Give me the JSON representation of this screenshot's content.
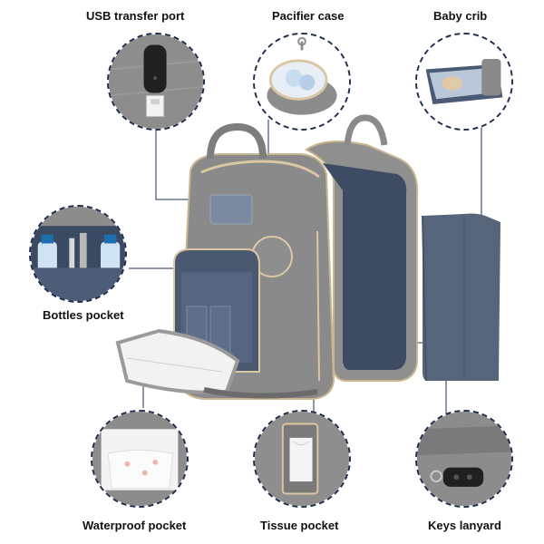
{
  "callouts": {
    "usb": "USB transfer port",
    "pacifier": "Pacifier case",
    "crib": "Baby crib",
    "bottles": "Bottles pocket",
    "waterproof": "Waterproof pocket",
    "tissue": "Tissue pocket",
    "keys": "Keys lanyard"
  },
  "colors": {
    "bag_gray": "#8c8c8c",
    "bag_dark": "#6e6e6e",
    "trim_beige": "#d9c7a4",
    "panel_navy": "#3b4a63",
    "ring_navy": "#1f2d4d"
  }
}
